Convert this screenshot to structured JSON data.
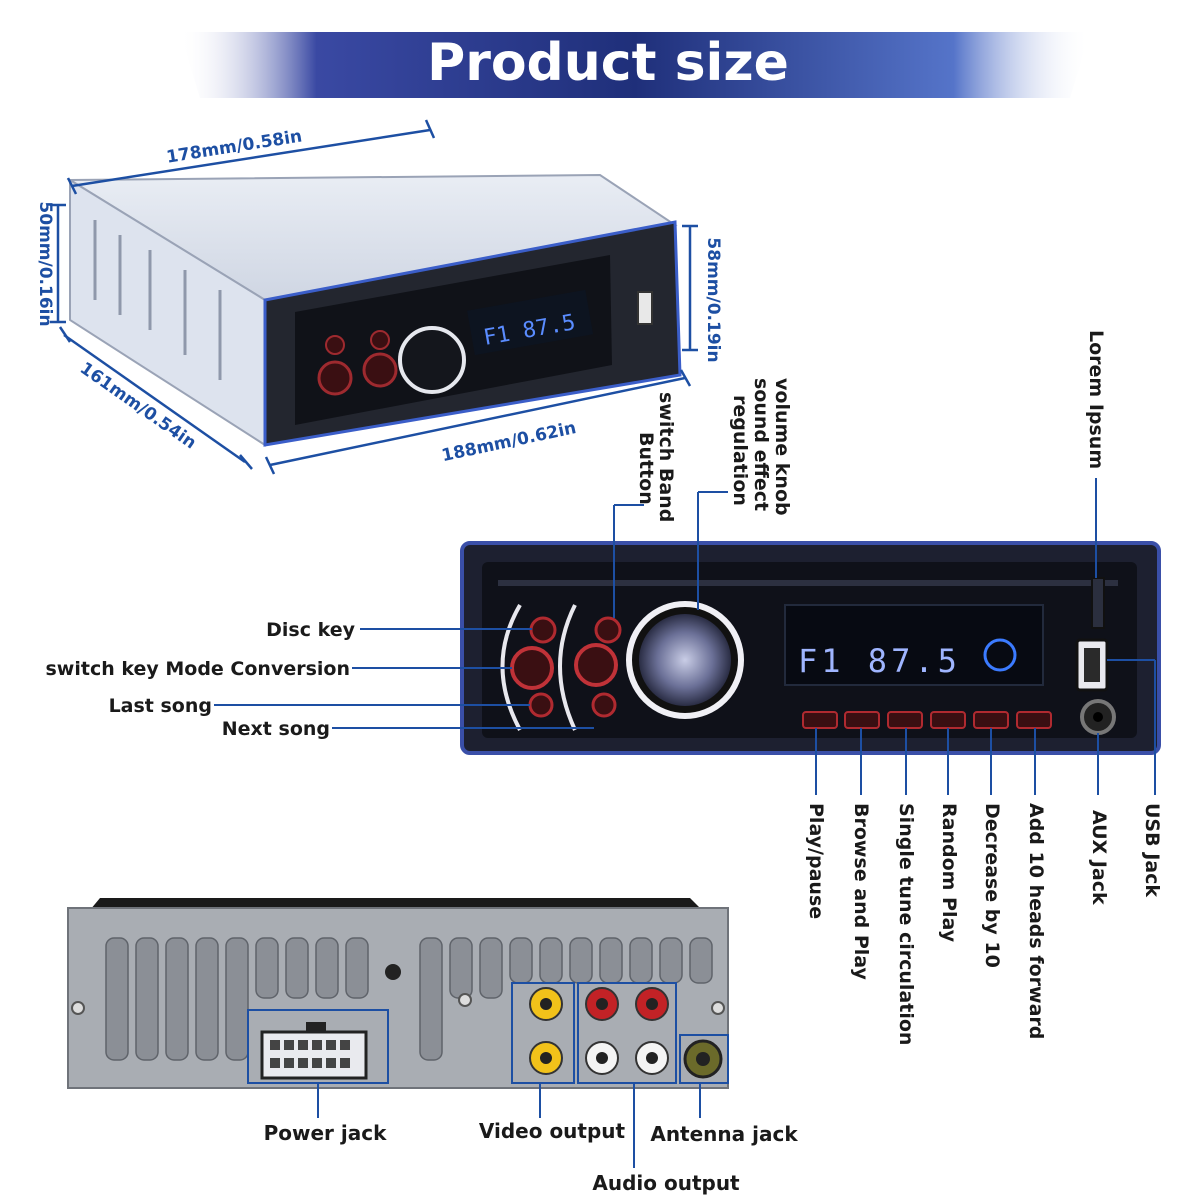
{
  "header": {
    "title": "Product size"
  },
  "dimensions": {
    "width_top": "178mm/0.58in",
    "height_left": "50mm/0.16in",
    "depth": "161mm/0.54in",
    "front_width": "188mm/0.62in",
    "front_height": "58mm/0.19in"
  },
  "front_panel": {
    "display_text": "F1 87.5",
    "labels": {
      "disc_key": "Disc key",
      "mode_key": "switch key Mode Conversion",
      "last_song": "Last song",
      "next_song": "Next song",
      "switch_band_line1": "switch Band",
      "switch_band_line2": "Button",
      "volume_line1": "volume knob",
      "volume_line2": "sound effect",
      "volume_line3": "regulation",
      "lorem": "Lorem Ipsum",
      "play_pause": "Play/pause",
      "browse_play": "Browse and Play",
      "single_tune": "Single tune circulation",
      "random_play": "Random Play",
      "decrease_10": "Decrease by 10",
      "add_10": "Add 10 heads forward",
      "aux_jack": "AUX Jack",
      "usb_jack": "USB Jack"
    }
  },
  "rear_panel": {
    "labels": {
      "power_jack": "Power jack",
      "video_output": "Video output",
      "antenna_jack": "Antenna jack",
      "audio_output": "Audio output"
    }
  },
  "colors": {
    "accent": "#1d4fa3",
    "banner_dark": "#1f2f7a",
    "panel_gray": "#a9adb3"
  }
}
